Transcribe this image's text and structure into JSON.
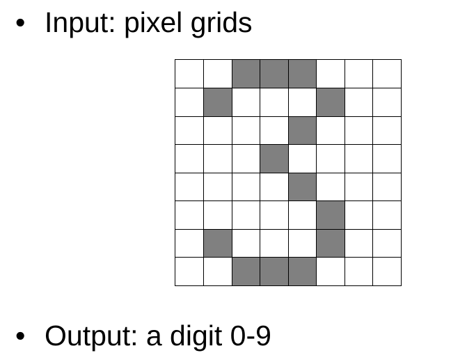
{
  "bullets": {
    "input": {
      "symbol": "•",
      "text": "Input: pixel grids"
    },
    "output": {
      "symbol": "•",
      "text": "Output: a digit 0-9"
    }
  },
  "grid": {
    "rows": 8,
    "cols": 8,
    "filled_color": "#808080",
    "empty_color": "#ffffff",
    "line_color": "#000000",
    "cells": [
      [
        0,
        0,
        1,
        1,
        1,
        0,
        0,
        0
      ],
      [
        0,
        1,
        0,
        0,
        0,
        1,
        0,
        0
      ],
      [
        0,
        0,
        0,
        0,
        1,
        0,
        0,
        0
      ],
      [
        0,
        0,
        0,
        1,
        0,
        0,
        0,
        0
      ],
      [
        0,
        0,
        0,
        0,
        1,
        0,
        0,
        0
      ],
      [
        0,
        0,
        0,
        0,
        0,
        1,
        0,
        0
      ],
      [
        0,
        1,
        0,
        0,
        0,
        1,
        0,
        0
      ],
      [
        0,
        0,
        1,
        1,
        1,
        0,
        0,
        0
      ]
    ]
  }
}
